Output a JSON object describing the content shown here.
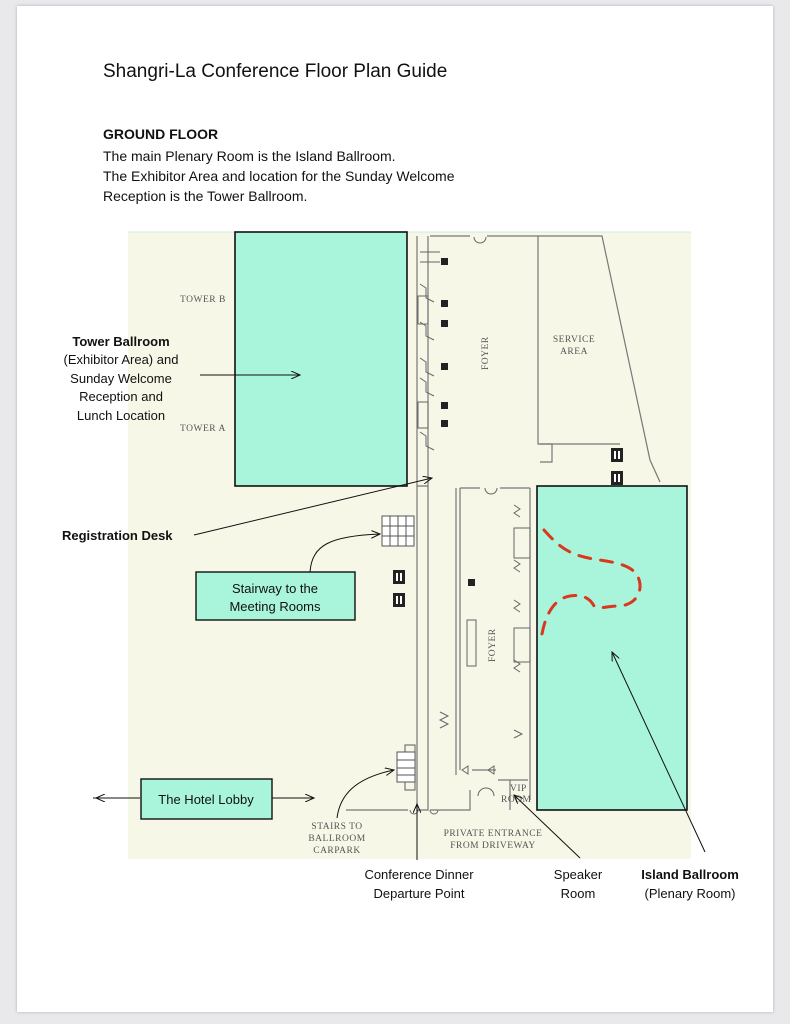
{
  "document": {
    "title": "Shangri-La Conference Floor Plan Guide",
    "section_heading": "GROUND FLOOR",
    "description_lines": [
      "The main Plenary Room is the Island Ballroom.",
      "The Exhibitor Area and location for the Sunday Welcome",
      "Reception is the Tower Ballroom."
    ]
  },
  "plan_labels": {
    "tower_b": "TOWER B",
    "tower_a": "TOWER A",
    "foyer_top": "FOYER",
    "foyer_bottom": "FOYER",
    "service_area_1": "SERVICE",
    "service_area_2": "AREA",
    "vip_1": "VIP",
    "vip_2": "ROOM",
    "stairs_1": "STAIRS TO",
    "stairs_2": "BALLROOM",
    "stairs_3": "CARPARK",
    "private_1": "PRIVATE ENTRANCE",
    "private_2": "FROM DRIVEWAY"
  },
  "callouts": {
    "tower_ballroom_title": "Tower Ballroom",
    "tower_ballroom_lines": [
      "(Exhibitor Area) and",
      "Sunday Welcome",
      "Reception and",
      "Lunch Location"
    ],
    "registration_desk": "Registration Desk",
    "stairway_1": "Stairway to the",
    "stairway_2": "Meeting Rooms",
    "hotel_lobby": "The Hotel Lobby",
    "dinner_1": "Conference Dinner",
    "dinner_2": "Departure Point",
    "speaker_1": "Speaker",
    "speaker_2": "Room",
    "island_title": "Island Ballroom",
    "island_sub": "(Plenary Room)"
  },
  "colors": {
    "highlight": "#a8f5dc",
    "plan_background": "#f7f7e8",
    "dashed_route": "#d9381e"
  }
}
